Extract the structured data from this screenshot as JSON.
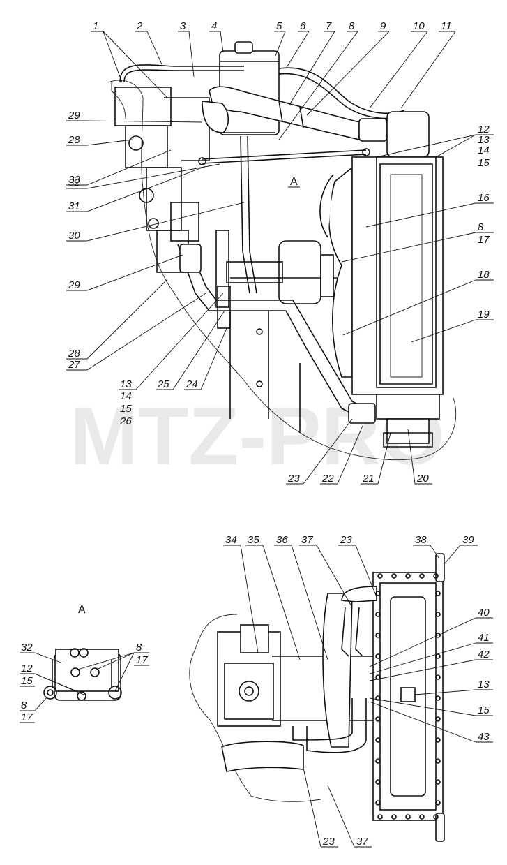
{
  "watermark": "MTZ-PRO",
  "view_label_top": "A",
  "view_label_detail": "A",
  "callouts_top": {
    "c1": "1",
    "c2": "2",
    "c3": "3",
    "c4": "4",
    "c5": "5",
    "c6": "6",
    "c7": "7",
    "c8": "8",
    "c9": "9",
    "c10": "10",
    "c11": "11",
    "c12": "12",
    "c13": "13",
    "c14": "14",
    "c15": "15",
    "c16": "16",
    "c8b": "8",
    "c17": "17",
    "c18": "18",
    "c19": "19",
    "c29": "29",
    "c28": "28",
    "c33": "33",
    "c32": "32",
    "c31": "31",
    "c30": "30",
    "c29b": "29",
    "c28b": "28",
    "c27": "27",
    "c13b": "13",
    "c14b": "14",
    "c15b": "15",
    "c26": "26",
    "c25": "25",
    "c24": "24",
    "c23": "23",
    "c22": "22",
    "c21": "21",
    "c20": "20"
  },
  "callouts_detail": {
    "c32": "32",
    "c8": "8",
    "c17": "17",
    "c12": "12",
    "c15": "15",
    "c8b": "8",
    "c17b": "17"
  },
  "callouts_bottom": {
    "c34": "34",
    "c35": "35",
    "c36": "36",
    "c37": "37",
    "c23": "23",
    "c38": "38",
    "c39": "39",
    "c40": "40",
    "c41": "41",
    "c42": "42",
    "c13": "13",
    "c15": "15",
    "c43": "43",
    "c23b": "23",
    "c37b": "37"
  }
}
